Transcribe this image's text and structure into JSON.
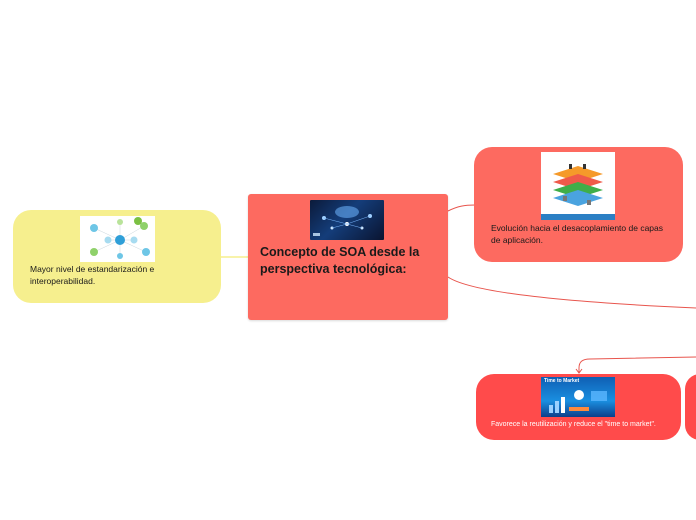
{
  "central": {
    "title": "Concepto de SOA desde la perspectiva tecnológica:",
    "image_icon": "soa-cloud-image"
  },
  "topics": [
    {
      "text": "Mayor nivel de estandarización e interoperabilidad.",
      "color": "#f6ef8e",
      "image_icon": "network-diagram-image"
    },
    {
      "text": "Evolución hacia el desacoplamiento de capas de aplicación.",
      "color": "#fd6a60",
      "image_icon": "layered-platform-image"
    },
    {
      "text": "Favorece la reutilización y reduce el \"time to market\".",
      "color": "#ff4b4b",
      "image_icon": "time-to-market-image",
      "image_caption": "Time to Market"
    }
  ],
  "colors": {
    "connector": "#e8554d",
    "yellow_connector": "#f6ef8e"
  }
}
